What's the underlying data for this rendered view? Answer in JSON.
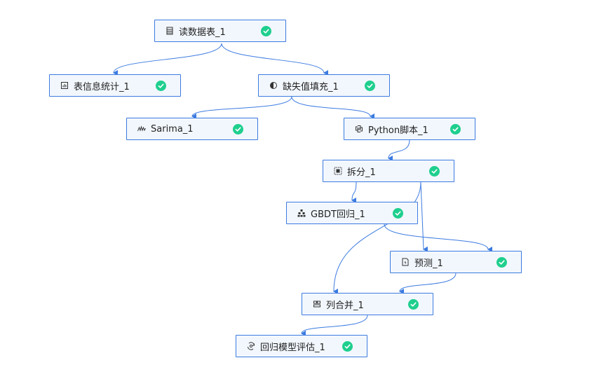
{
  "nodes": [
    {
      "id": "read_table",
      "label": "读数据表_1",
      "icon": "table-icon",
      "status": "success"
    },
    {
      "id": "table_stats",
      "label": "表信息统计_1",
      "icon": "stats-icon",
      "status": "success"
    },
    {
      "id": "missing_fill",
      "label": "缺失值填充_1",
      "icon": "half-circle-icon",
      "status": "success"
    },
    {
      "id": "sarima",
      "label": "Sarima_1",
      "icon": "wave-icon",
      "status": "success"
    },
    {
      "id": "python_script",
      "label": "Python脚本_1",
      "icon": "python-icon",
      "status": "success"
    },
    {
      "id": "split",
      "label": "拆分_1",
      "icon": "split-icon",
      "status": "success"
    },
    {
      "id": "gbdt",
      "label": "GBDT回归_1",
      "icon": "tree-icon",
      "status": "success"
    },
    {
      "id": "predict",
      "label": "预测_1",
      "icon": "predict-icon",
      "status": "success"
    },
    {
      "id": "merge_cols",
      "label": "列合并_1",
      "icon": "merge-icon",
      "status": "success"
    },
    {
      "id": "reg_eval",
      "label": "回归模型评估_1",
      "icon": "eval-icon",
      "status": "success"
    }
  ],
  "edges": [
    {
      "from": "read_table",
      "to": "table_stats"
    },
    {
      "from": "read_table",
      "to": "missing_fill"
    },
    {
      "from": "missing_fill",
      "to": "sarima"
    },
    {
      "from": "missing_fill",
      "to": "python_script"
    },
    {
      "from": "python_script",
      "to": "split"
    },
    {
      "from": "split",
      "to": "gbdt"
    },
    {
      "from": "split",
      "to": "predict"
    },
    {
      "from": "split",
      "to": "merge_cols"
    },
    {
      "from": "gbdt",
      "to": "predict"
    },
    {
      "from": "predict",
      "to": "merge_cols"
    },
    {
      "from": "merge_cols",
      "to": "reg_eval"
    }
  ],
  "colors": {
    "edge": "#3c7be0",
    "node_border": "#3c7be0",
    "node_bg": "#f2f7fd",
    "success": "#1fcf8e"
  }
}
